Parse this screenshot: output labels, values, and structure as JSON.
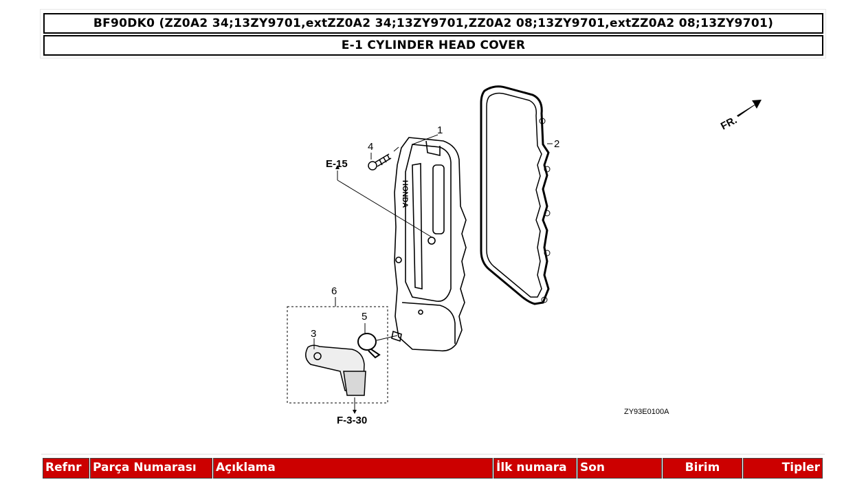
{
  "header": {
    "model": "BF90DK0 (ZZ0A2 34;13ZY9701,extZZ0A2 34;13ZY9701,ZZ0A2 08;13ZY9701,extZZ0A2 08;13ZY9701)",
    "section": "E-1 CYLINDER HEAD COVER"
  },
  "diagram": {
    "callouts": [
      "1",
      "2",
      "3",
      "4",
      "5",
      "6"
    ],
    "refs": [
      "E-15",
      "F-3-30"
    ],
    "direction_label": "FR.",
    "drawing_code": "ZY93E0100A",
    "brand_text": "HONDA"
  },
  "table": {
    "headers": [
      "Refnr",
      "Parça Numarası",
      "Açıklama",
      "İlk numara",
      "Son",
      "Birim",
      "Tipler"
    ]
  }
}
